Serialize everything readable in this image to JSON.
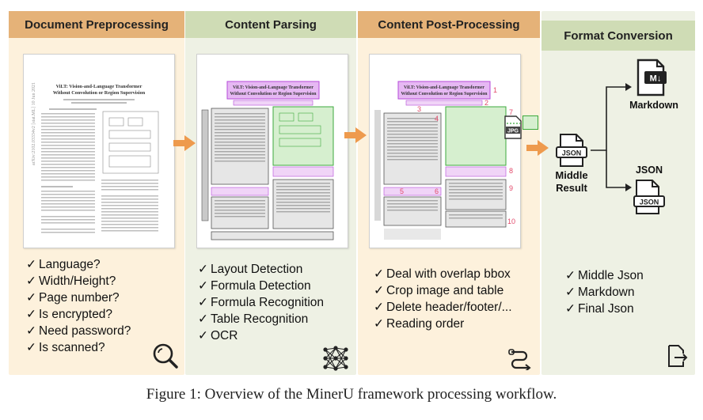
{
  "stages": [
    {
      "title": "Document Preprocessing",
      "items": [
        "Language?",
        "Width/Height?",
        "Page number?",
        "Is encrypted?",
        "Need password?",
        "Is scanned?"
      ],
      "icon": "magnifier-icon"
    },
    {
      "title": "Content Parsing",
      "items": [
        "Layout Detection",
        "Formula Detection",
        "Formula Recognition",
        "Table Recognition",
        "OCR"
      ],
      "icon": "neural-network-icon"
    },
    {
      "title": "Content Post-Processing",
      "items": [
        "Deal with overlap bbox",
        "Crop image and table",
        "Delete header/footer/...",
        "Reading order"
      ],
      "icon": "workflow-icon"
    },
    {
      "title": "Format Conversion",
      "items": [
        "Middle Json",
        "Markdown",
        "Final Json"
      ],
      "icon": "export-icon"
    }
  ],
  "check_mark": "✓",
  "doc_title_line1": "ViLT: Vision-and-Language Transformer",
  "doc_title_line2": "Without Convolution or Region Supervision",
  "jpg_label": "JPG",
  "json_label": "JSON",
  "md_label": "M↓",
  "middle_result_label": "Middle Result",
  "markdown_label": "Markdown",
  "json_output_label": "JSON",
  "order_numbers": [
    "1",
    "2",
    "3",
    "4",
    "5",
    "6",
    "7",
    "8",
    "9",
    "10"
  ],
  "caption": "Figure 1: Overview of the MinerU framework processing workflow.",
  "colors": {
    "orange_header": "#e5b278",
    "green_header": "#cfdcb5",
    "arrow": "#ee9a4d",
    "formula_box": "#b54ad8",
    "figure_box": "#3caa3c",
    "text_box": "#555555",
    "order_number": "#e24a6b"
  }
}
